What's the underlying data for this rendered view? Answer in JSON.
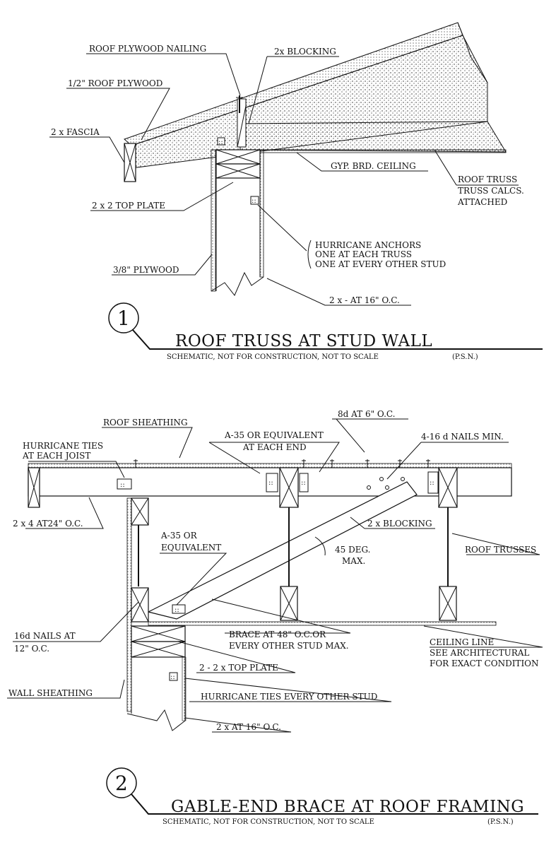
{
  "detail1": {
    "number": "1",
    "title": "ROOF TRUSS AT STUD WALL",
    "subtitle": "SCHEMATIC, NOT FOR CONSTRUCTION, NOT TO SCALE",
    "tag": "(P.S.N.)",
    "labels": {
      "roof_plywood_nailing": "ROOF PLYWOOD NAILING",
      "blocking": "2x BLOCKING",
      "roof_plywood": "1/2\" ROOF PLYWOOD",
      "fascia": "2 x FASCIA",
      "gyp_ceiling": "GYP. BRD. CEILING",
      "roof_truss": "ROOF TRUSS",
      "truss_calcs": "TRUSS CALCS.",
      "attached": "ATTACHED",
      "top_plate": "2 x 2 TOP PLATE",
      "hurricane_anchors": "HURRICANE ANCHORS",
      "one_each_truss": "ONE AT EACH TRUSS",
      "one_every_other": "ONE AT EVERY OTHER STUD",
      "plywood_38": "3/8\" PLYWOOD",
      "studs": "2 x - AT 16\" O.C."
    }
  },
  "detail2": {
    "number": "2",
    "title": "GABLE-END BRACE AT ROOF FRAMING",
    "subtitle": "SCHEMATIC, NOT FOR CONSTRUCTION, NOT TO SCALE",
    "tag": "(P.S.N.)",
    "labels": {
      "nail_8d": "8d AT 6\" O.C.",
      "roof_sheathing": "ROOF SHEATHING",
      "a35_each_end_1": "A-35 OR EQUIVALENT",
      "a35_each_end_2": "AT EACH END",
      "nails_16d_min": "4-16 d NAILS MIN.",
      "hurricane_ties_1": "HURRICANE TIES",
      "hurricane_ties_2": "AT EACH JOIST",
      "joist_2x4": "2 x 4 AT24\" O.C.",
      "blocking": "2 x BLOCKING",
      "a35_1": "A-35 OR",
      "a35_2": "EQUIVALENT",
      "deg_45": "45 DEG.",
      "max": "MAX.",
      "roof_trusses": "ROOF TRUSSES",
      "nails_16d_1": "16d NAILS AT",
      "nails_16d_2": "12\" O.C.",
      "brace_1": "BRACE AT 48\" O.C.OR",
      "brace_2": "EVERY OTHER STUD MAX.",
      "ceiling_line": "CEILING LINE",
      "see_arch": "SEE ARCHITECTURAL",
      "exact_cond": "FOR EXACT CONDITION",
      "top_plate": "2 - 2 x TOP PLATE",
      "wall_sheathing": "WALL SHEATHING",
      "hurricane_every_other": "HURRICANE TIES EVERY OTHER STUD",
      "studs": "2 x AT 16\" O.C."
    }
  }
}
